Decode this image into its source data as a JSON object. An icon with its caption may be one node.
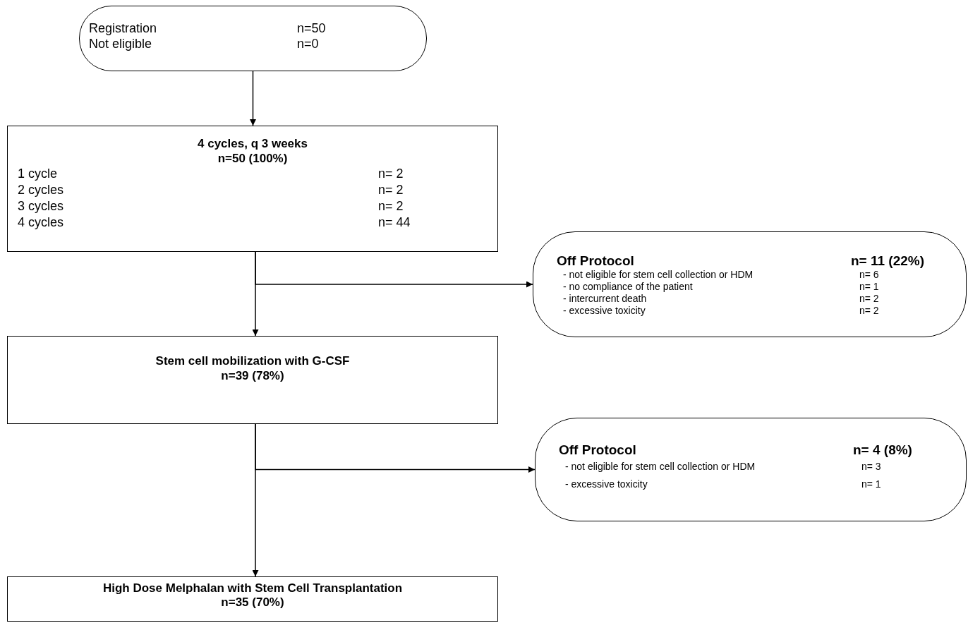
{
  "diagram": {
    "nodes": [
      {
        "text": [
          "Registration",
          "n=50",
          "Not eligible",
          "n=0"
        ]
      },
      {
        "text": [
          "4 cycles, q 3 weeks",
          "n=50 (100%)",
          "1 cycle",
          "n= 2",
          "2 cycles",
          "n= 2",
          "3 cycles",
          "n= 2",
          "4 cycles",
          "n= 44"
        ]
      },
      {
        "text": [
          "Off Protocol",
          "n= 11 (22%)",
          "- not eligible for stem cell collection or HDM",
          "n= 6",
          "- no compliance of the patient",
          "n= 1",
          "- intercurrent death",
          "n= 2",
          "- excessive toxicity",
          "n= 2"
        ]
      },
      {
        "text": [
          "Stem cell mobilization with G-CSF",
          "n=39 (78%)"
        ]
      },
      {
        "text": [
          "Off Protocol",
          "n= 4 (8%)",
          "- not eligible for stem cell collection or HDM",
          "n= 3",
          "- excessive toxicity",
          "n= 1"
        ]
      },
      {
        "text": [
          "High Dose Melphalan with Stem Cell Transplantation",
          "n=35 (70%)"
        ]
      }
    ],
    "edges": [
      {
        "from": 0,
        "to": 1,
        "arrow": "to"
      },
      {
        "from": 1,
        "to": 3,
        "arrow": "to"
      },
      {
        "from": 1,
        "to": 2,
        "arrow": "to"
      },
      {
        "from": 3,
        "to": 5,
        "arrow": "to"
      },
      {
        "from": 3,
        "to": 4,
        "arrow": "to"
      }
    ]
  }
}
